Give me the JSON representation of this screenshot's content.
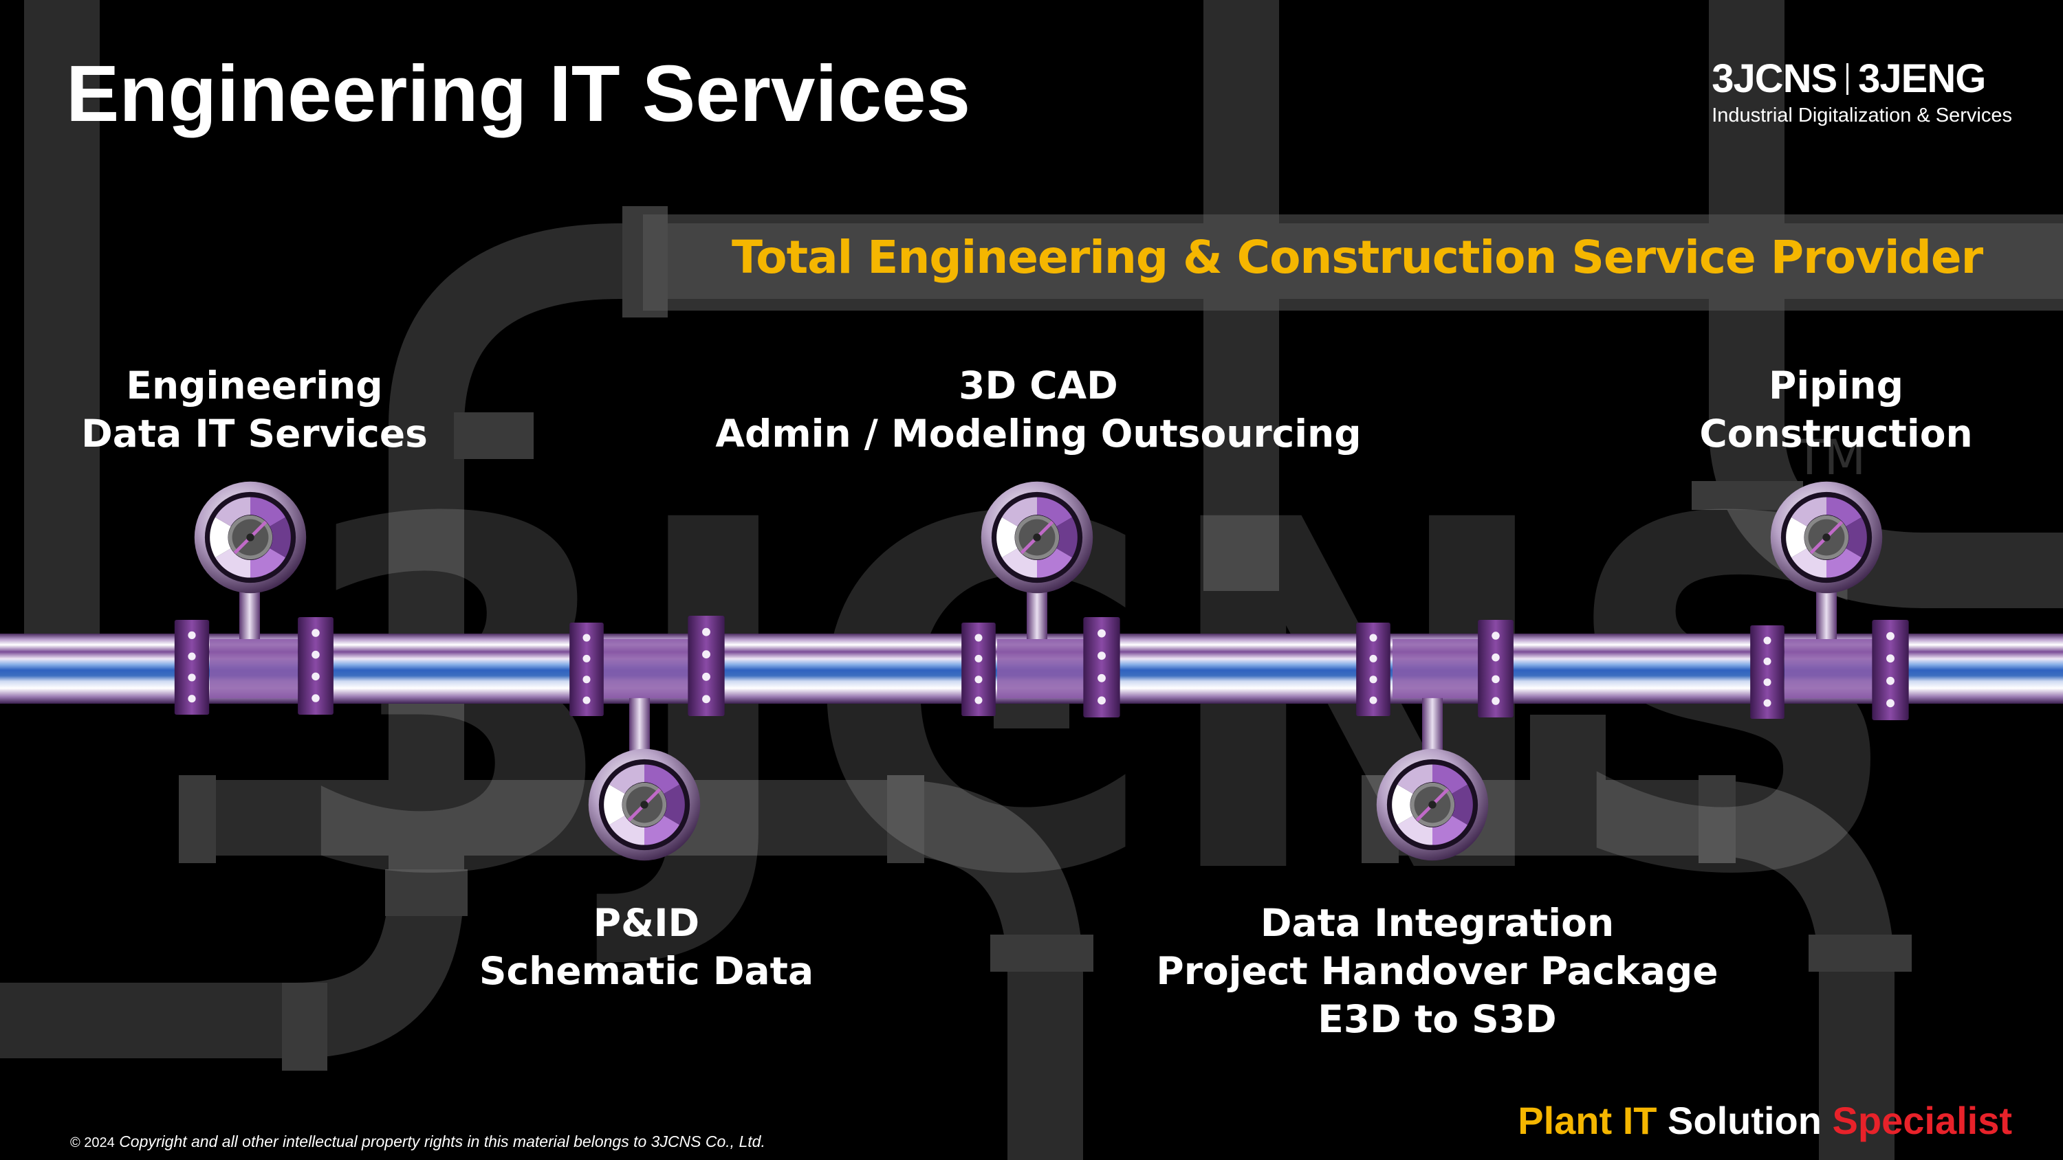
{
  "header": {
    "title": "Engineering IT Services",
    "logo": {
      "left": "3JCNS",
      "right": "3JENG",
      "subtitle": "Industrial Digitalization & Services"
    }
  },
  "banner": {
    "text": "Total Engineering & Construction Service Provider"
  },
  "services": [
    {
      "line1": "Engineering",
      "line2": "Data IT Services",
      "line3": ""
    },
    {
      "line1": "P&ID",
      "line2": "Schematic Data",
      "line3": ""
    },
    {
      "line1": "3D CAD",
      "line2": "Admin / Modeling Outsourcing",
      "line3": ""
    },
    {
      "line1": "Data Integration",
      "line2": "Project Handover Package",
      "line3": "E3D to S3D"
    },
    {
      "line1": "Piping",
      "line2": "Construction",
      "line3": ""
    }
  ],
  "footer": {
    "copyright_year": "© 2024",
    "copyright_text": "Copyright and all other intellectual property rights in this material belongs to 3JCNS Co., Ltd.",
    "slogan": {
      "part1": "Plant IT",
      "part2": "Solution",
      "part3": "Specialist"
    }
  },
  "watermark": {
    "text": "3JCNS",
    "mark": "TM"
  },
  "colors": {
    "accent_yellow": "#f5b600",
    "accent_red": "#e8222a",
    "pipe_blue": "#3d6fc0",
    "flange_purple": "#7a3a93"
  },
  "icons": [
    "pressure-gauge-icon",
    "pipe-flange-icon"
  ]
}
